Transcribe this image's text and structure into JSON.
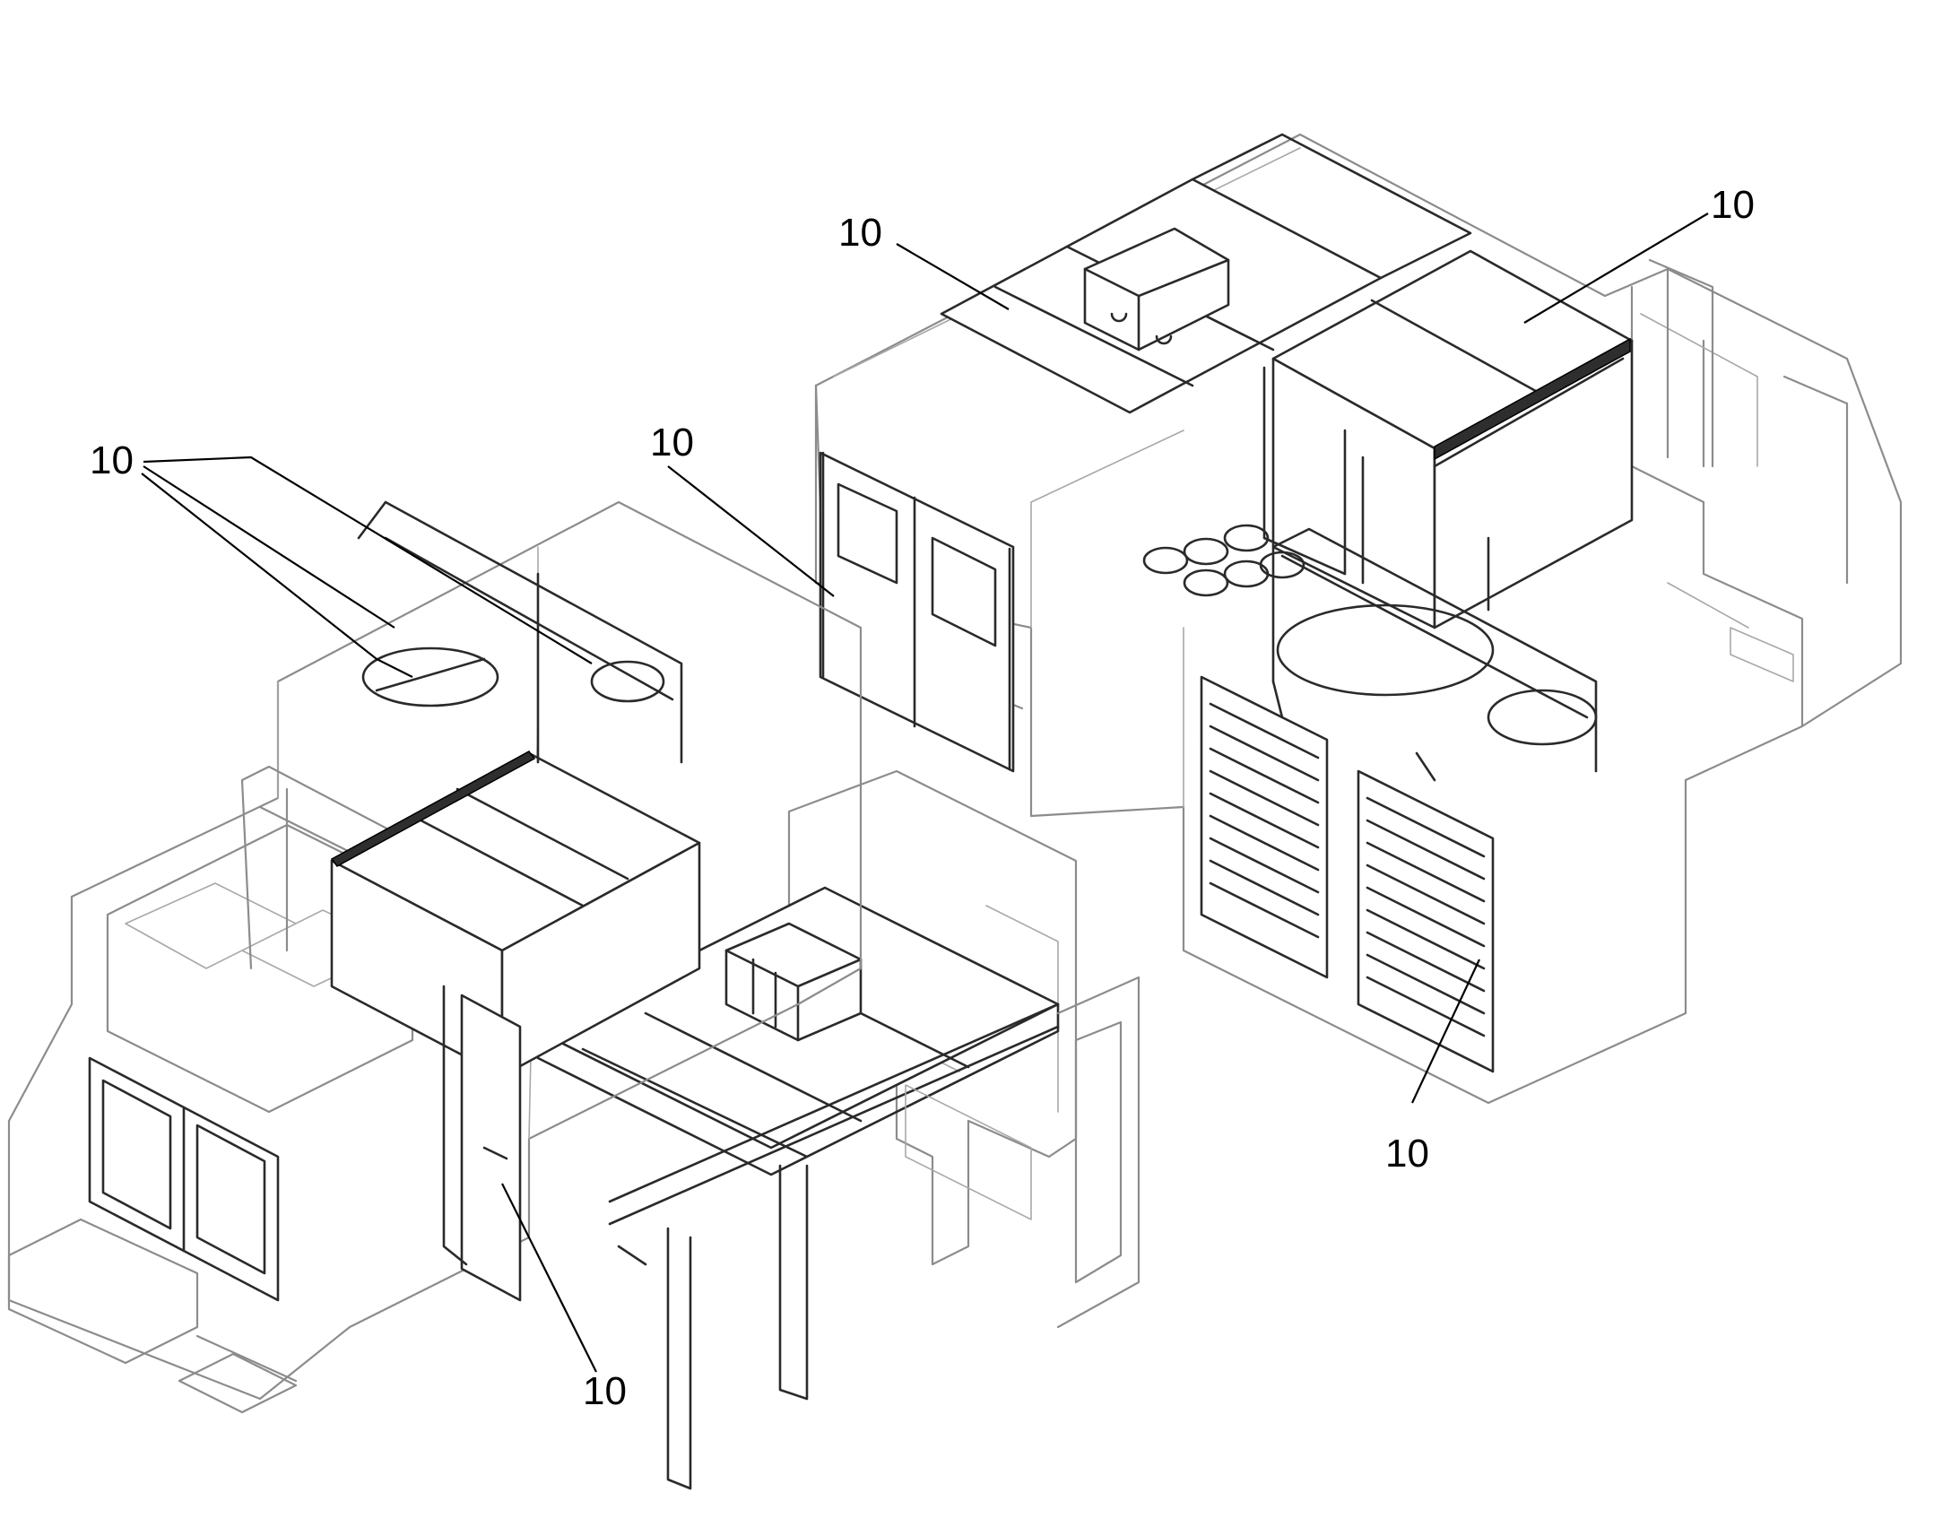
{
  "figure": {
    "callouts": [
      {
        "id": "callout-top-left-cover",
        "label": "10"
      },
      {
        "id": "callout-top-right-cover",
        "label": "10"
      },
      {
        "id": "callout-side-door-panel",
        "label": "10"
      },
      {
        "id": "callout-roof-hatches",
        "label": "10"
      },
      {
        "id": "callout-louvered-grille",
        "label": "10"
      },
      {
        "id": "callout-front-side-panel",
        "label": "10"
      }
    ]
  },
  "colors": {
    "outline": "#8c8c8c",
    "detail": "#2a2a2a",
    "text": "#000000",
    "background": "#ffffff"
  }
}
